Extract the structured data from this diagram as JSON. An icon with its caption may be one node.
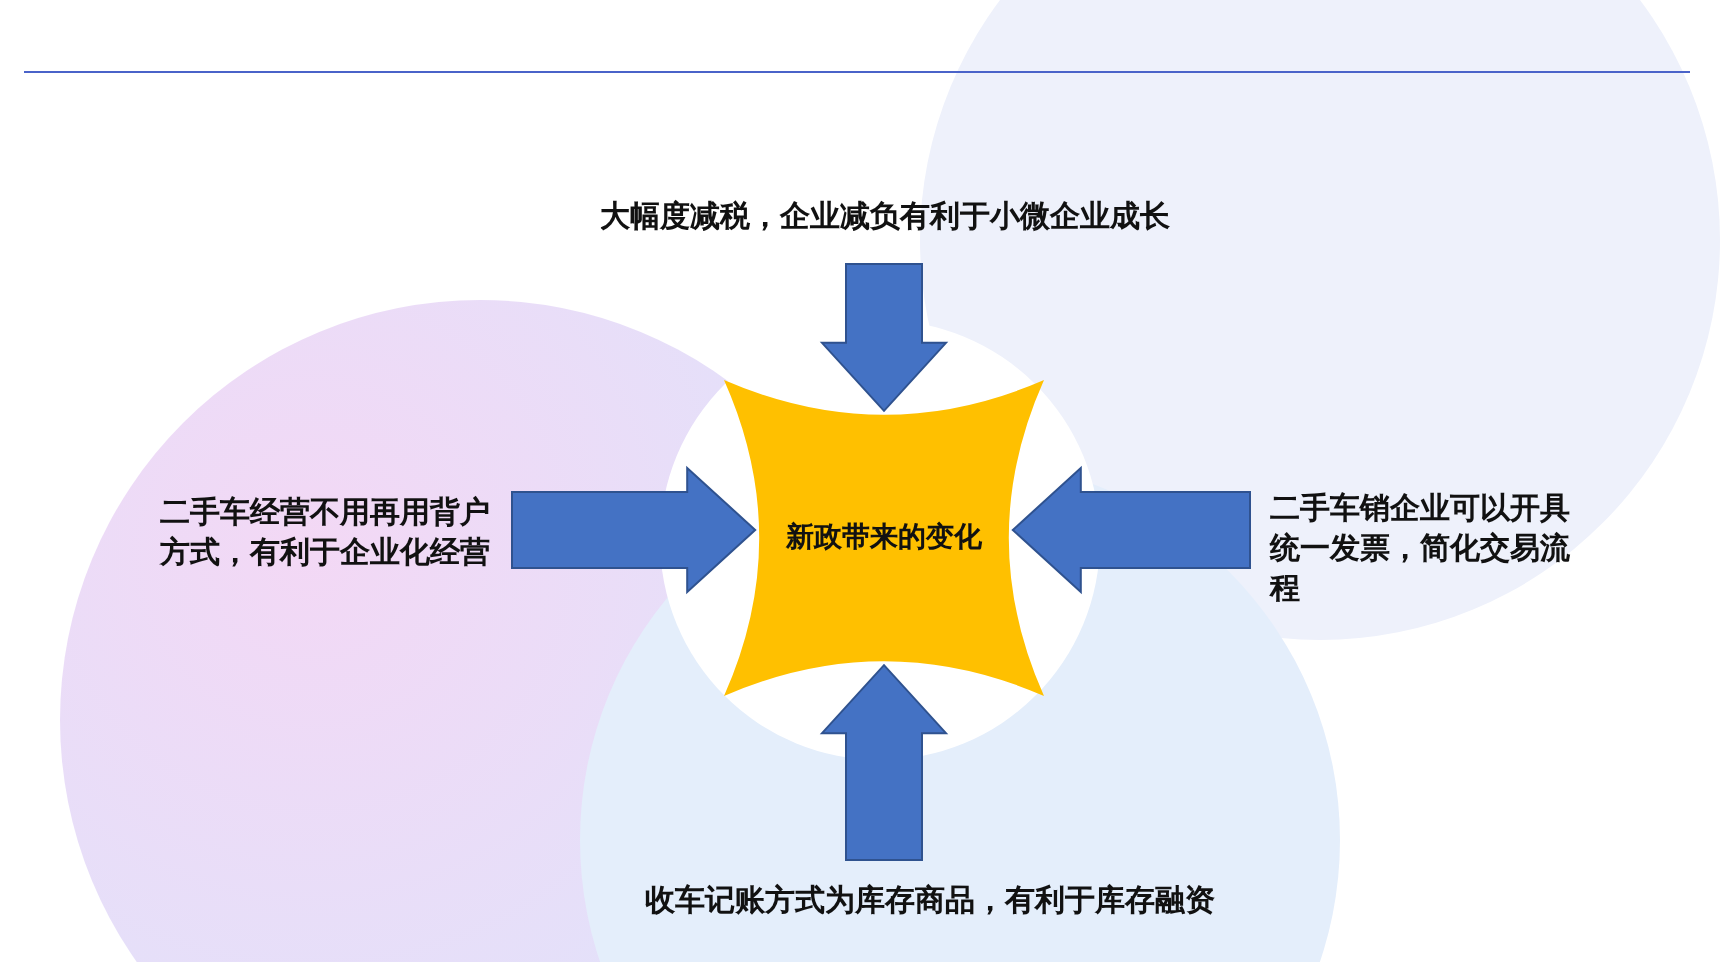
{
  "diagram": {
    "nodes": [
      {
        "text": [
          "新政带来的变化"
        ]
      },
      {
        "text": [
          "大幅度减税，企业减负有利于小微企业成长"
        ]
      },
      {
        "text": [
          "二手车经营不用再用背户方式，有利于企业化经营"
        ]
      },
      {
        "text": [
          "二手车销企业可以开具统一发票，简化交易流程"
        ]
      },
      {
        "text": [
          "收车记账方式为库存商品，有利于库存融资"
        ]
      }
    ],
    "edges": [
      {
        "from": 1,
        "to": 0,
        "arrow": "to"
      },
      {
        "from": 2,
        "to": 0,
        "arrow": "to"
      },
      {
        "from": 3,
        "to": 0,
        "arrow": "to"
      },
      {
        "from": 4,
        "to": 0,
        "arrow": "to"
      }
    ]
  }
}
